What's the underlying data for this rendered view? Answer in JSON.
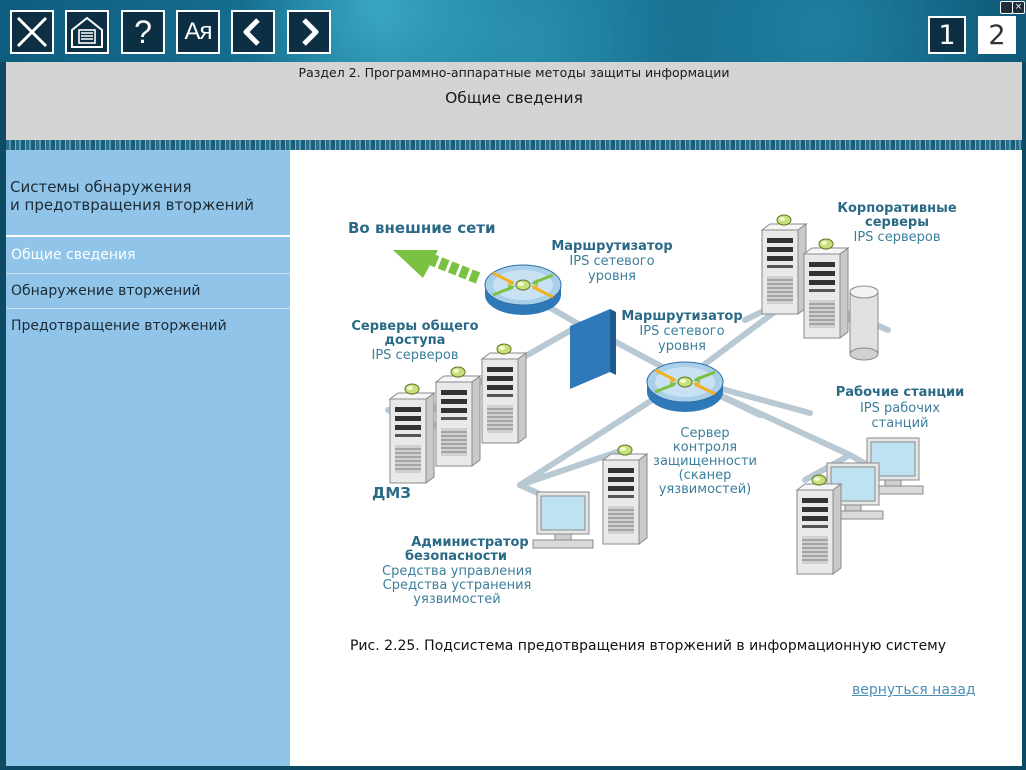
{
  "toolbar": {
    "buttons": [
      {
        "name": "close-icon"
      },
      {
        "name": "contents-icon"
      },
      {
        "name": "help-icon",
        "label": "?"
      },
      {
        "name": "glossary-icon",
        "label": "Ая"
      },
      {
        "name": "back-icon"
      },
      {
        "name": "forward-icon"
      }
    ],
    "pages": [
      "1",
      "2"
    ]
  },
  "header": {
    "section": "Раздел 2. Программно-аппаратные методы защиты информации",
    "title": "Общие сведения"
  },
  "sidebar": {
    "heading_line1": "Системы обнаружения",
    "heading_line2": "и предотвращения вторжений",
    "items": [
      {
        "label": "Общие сведения",
        "active": true
      },
      {
        "label": "Обнаружение вторжений",
        "active": false
      },
      {
        "label": "Предотвращение вторжений",
        "active": false
      }
    ]
  },
  "diagram": {
    "external": "Во внешние сети",
    "router1_title": "Маршрутизатор",
    "router1_l1": "IPS сетевого",
    "router1_l2": "уровня",
    "router2_title": "Маршрутизатор",
    "router2_l1": "IPS сетевого",
    "router2_l2": "уровня",
    "corp_l1": "Корпоративные",
    "corp_l2": "серверы",
    "corp_l3": "IPS серверов",
    "public_l1": "Серверы общего",
    "public_l2": "доступа",
    "public_l3": "IPS серверов",
    "workst_l1": "Рабочие станции",
    "workst_l2": "IPS рабочих",
    "workst_l3": "станций",
    "scanner_l1": "Сервер",
    "scanner_l2": "контроля",
    "scanner_l3": "защищенности",
    "scanner_l4": "(сканер",
    "scanner_l5": "уязвимостей)",
    "dmz": "ДМЗ",
    "admin_l1": "Администратор",
    "admin_l2": "безопасности",
    "admin_l3": "Средства управления",
    "admin_l4": "Средства устранения",
    "admin_l5": "уязвимостей"
  },
  "caption": "Рис. 2.25. Подсистема предотвращения вторжений в информационную систему",
  "back_link": "вернуться назад",
  "colors": {
    "toolbar": "#0f5d7e",
    "sidebar": "#90c5e9",
    "header": "#d4d4d4",
    "label": "#2b6a86"
  }
}
